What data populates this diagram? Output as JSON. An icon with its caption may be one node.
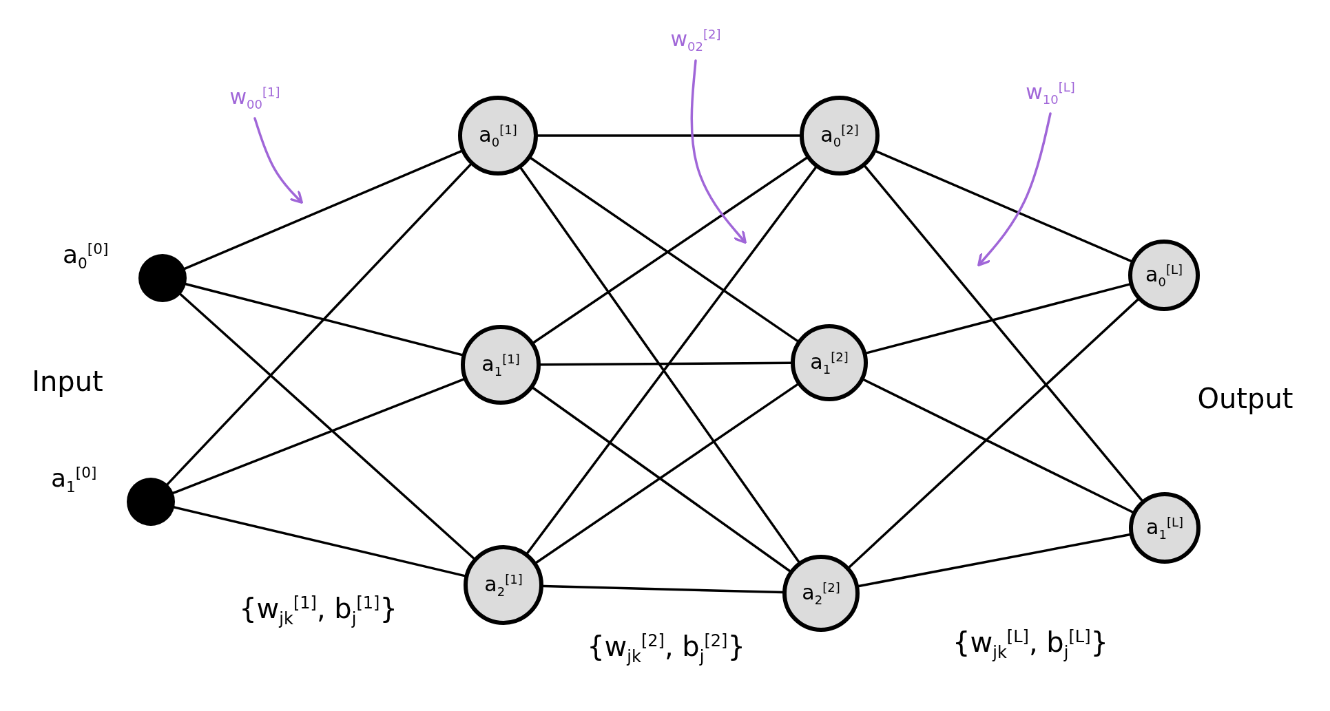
{
  "diagram": {
    "nodes": [
      {
        "text": [],
        "shape": "circle",
        "beside": [
          "a$_{0}$$^{[0]}$"
        ]
      },
      {
        "text": [],
        "shape": "circle",
        "beside": [
          "a$_{1}$$^{[0]}$"
        ]
      },
      {
        "text": [
          "a$_{0}$$^{[1]}$"
        ]
      },
      {
        "text": [
          "a$_{1}$$^{[1]}$"
        ]
      },
      {
        "text": [
          "a$_{2}$$^{[1]}$"
        ]
      },
      {
        "text": [
          "a$_{0}$$^{[2]}$"
        ]
      },
      {
        "text": [
          "a$_{1}$$^{[2]}$"
        ]
      },
      {
        "text": [
          "a$_{2}$$^{[2]}$"
        ]
      },
      {
        "text": [
          "a$_{0}$$^{[L]}$"
        ]
      },
      {
        "text": [
          "a$_{1}$$^{[L]}$"
        ]
      },
      {
        "text": [
          "w$_{00}$$^{[1]}$"
        ]
      },
      {
        "text": [
          "w$_{02}$$^{[2]}$"
        ]
      },
      {
        "text": [
          "w$_{10}$$^{[L]}$"
        ]
      }
    ],
    "edges": [
      {
        "from": 0,
        "to": 2,
        "arrow": "none"
      },
      {
        "from": 0,
        "to": 3,
        "arrow": "none"
      },
      {
        "from": 0,
        "to": 4,
        "arrow": "none"
      },
      {
        "from": 1,
        "to": 2,
        "arrow": "none"
      },
      {
        "from": 1,
        "to": 3,
        "arrow": "none"
      },
      {
        "from": 1,
        "to": 4,
        "arrow": "none"
      },
      {
        "from": 2,
        "to": 5,
        "arrow": "none"
      },
      {
        "from": 2,
        "to": 6,
        "arrow": "none"
      },
      {
        "from": 2,
        "to": 7,
        "arrow": "none"
      },
      {
        "from": 3,
        "to": 5,
        "arrow": "none"
      },
      {
        "from": 3,
        "to": 6,
        "arrow": "none"
      },
      {
        "from": 3,
        "to": 7,
        "arrow": "none"
      },
      {
        "from": 4,
        "to": 5,
        "arrow": "none"
      },
      {
        "from": 4,
        "to": 6,
        "arrow": "none"
      },
      {
        "from": 4,
        "to": 7,
        "arrow": "none"
      },
      {
        "from": 5,
        "to": 8,
        "arrow": "none"
      },
      {
        "from": 5,
        "to": 9,
        "arrow": "none"
      },
      {
        "from": 6,
        "to": 8,
        "arrow": "none"
      },
      {
        "from": 6,
        "to": 9,
        "arrow": "none"
      },
      {
        "from": 7,
        "to": 8,
        "arrow": "none"
      },
      {
        "from": 7,
        "to": 9,
        "arrow": "none"
      },
      {
        "from": 10,
        "to": null,
        "arrow": "to",
        "color": "#a066d8"
      },
      {
        "from": 11,
        "to": null,
        "arrow": "to",
        "color": "#a066d8"
      },
      {
        "from": 12,
        "to": null,
        "arrow": "to",
        "color": "#a066d8"
      }
    ],
    "labels": [
      "Input",
      "Output",
      "{w$_{jk}$$^{[1]}$, b$_{j}$$^{[1]}$}",
      "{w$_{jk}$$^{[2]}$, b$_{j}$$^{[2]}$}",
      "{w$_{jk}$$^{[L]}$, b$_{j}$$^{[L]}$}"
    ]
  }
}
